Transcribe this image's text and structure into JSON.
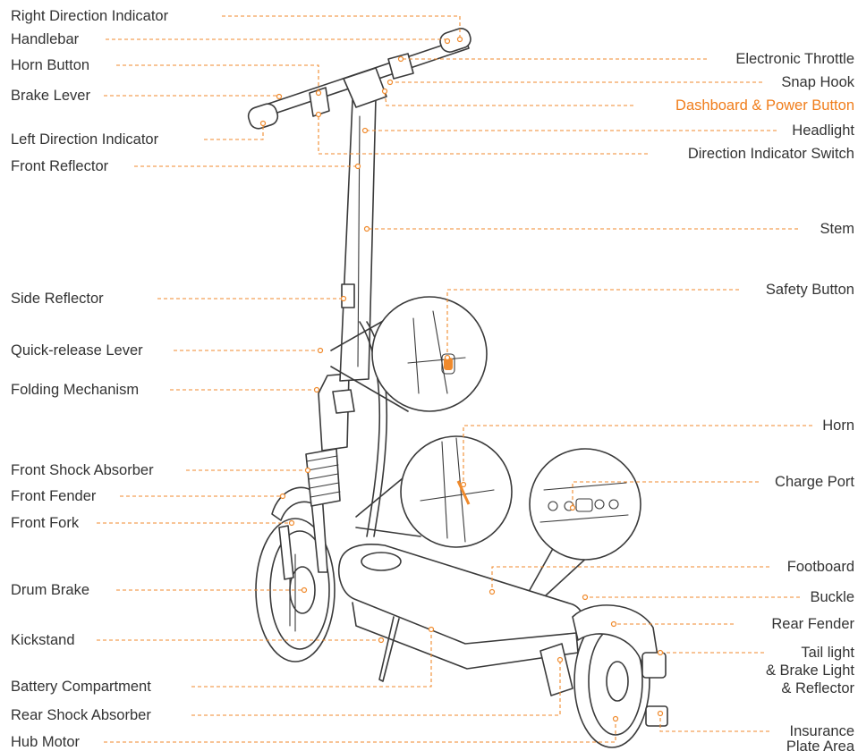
{
  "colors": {
    "accent": "#f07d1b",
    "text": "#333333",
    "line": "#3a3a3a"
  },
  "labels": {
    "right_direction_indicator": "Right Direction Indicator",
    "handlebar": "Handlebar",
    "horn_button": "Horn Button",
    "brake_lever": "Brake Lever",
    "left_direction_indicator": "Left Direction Indicator",
    "front_reflector": "Front Reflector",
    "side_reflector": "Side Reflector",
    "quick_release_lever": "Quick-release Lever",
    "folding_mechanism": "Folding Mechanism",
    "front_shock_absorber": "Front Shock Absorber",
    "front_fender": "Front Fender",
    "front_fork": "Front Fork",
    "drum_brake": "Drum Brake",
    "kickstand": "Kickstand",
    "battery_compartment": "Battery Compartment",
    "rear_shock_absorber": "Rear Shock Absorber",
    "hub_motor": "Hub Motor",
    "electronic_throttle": "Electronic Throttle",
    "snap_hook": "Snap Hook",
    "dashboard_power_button": "Dashboard & Power Button",
    "headlight": "Headlight",
    "direction_indicator_switch": "Direction Indicator Switch",
    "stem": "Stem",
    "safety_button": "Safety Button",
    "horn": "Horn",
    "charge_port": "Charge Port",
    "footboard": "Footboard",
    "buckle": "Buckle",
    "rear_fender": "Rear Fender",
    "tail_light_line1": "Tail light",
    "tail_light_line2": "& Brake Light",
    "tail_light_line3": "& Reflector",
    "insurance_line1": "Insurance",
    "insurance_line2": "Plate Area"
  }
}
